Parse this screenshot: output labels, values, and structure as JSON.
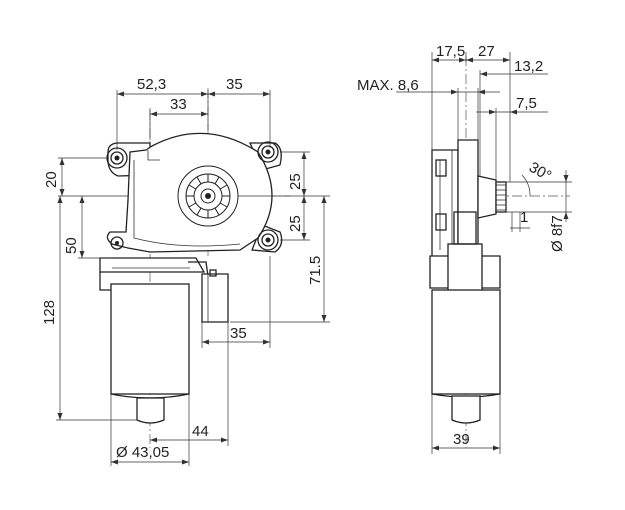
{
  "drawing": {
    "dimensions": {
      "front_width_left": "52,3",
      "front_width_right": "35",
      "front_offset": "33",
      "front_top": "20",
      "front_upper": "50",
      "front_total_height": "128",
      "front_gear_half_upper": "25",
      "front_gear_half_lower": "25",
      "front_height_to_plug": "71.5",
      "front_plug_offset": "35",
      "front_motor_offset": "44",
      "front_motor_diameter": "Ø 43,05",
      "side_width_a": "17,5",
      "side_width_b": "27",
      "side_max": "MAX. 8,6",
      "side_flange": "13,2",
      "side_shaft": "7,5",
      "side_angle": "30°",
      "side_step": "1",
      "side_shaft_diameter": "Ø 8f7",
      "side_body_width": "39"
    }
  }
}
